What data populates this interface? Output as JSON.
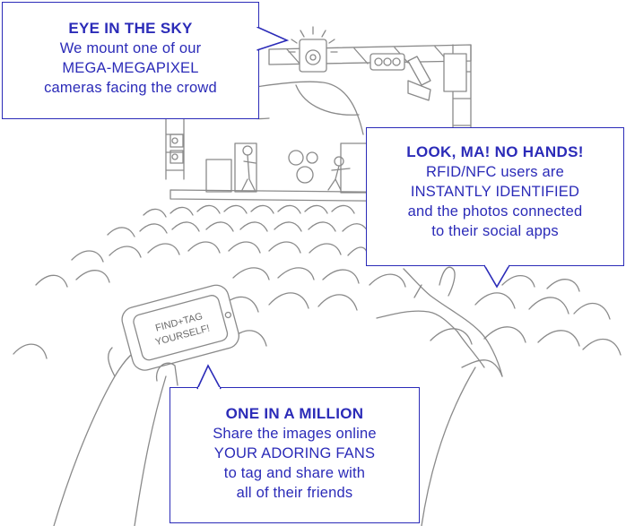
{
  "colors": {
    "accent": "#2b2bb8",
    "sketch": "#8a8a8a"
  },
  "callouts": {
    "eye_in_sky": {
      "title": "EYE IN THE SKY",
      "lines": [
        "We mount one of our",
        "MEGA-MEGAPIXEL",
        "cameras facing the crowd"
      ]
    },
    "no_hands": {
      "title": "LOOK, MA! NO HANDS!",
      "lines": [
        "RFID/NFC users are",
        "INSTANTLY IDENTIFIED",
        "and the photos connected",
        "to their social apps"
      ]
    },
    "one_in_million": {
      "title": "ONE IN A MILLION",
      "lines": [
        "Share the images online",
        "YOUR ADORING FANS",
        "to tag and share with",
        "all of their friends"
      ]
    }
  },
  "phone_screen": {
    "line1": "FIND+TAG",
    "line2": "YOURSELF!"
  }
}
